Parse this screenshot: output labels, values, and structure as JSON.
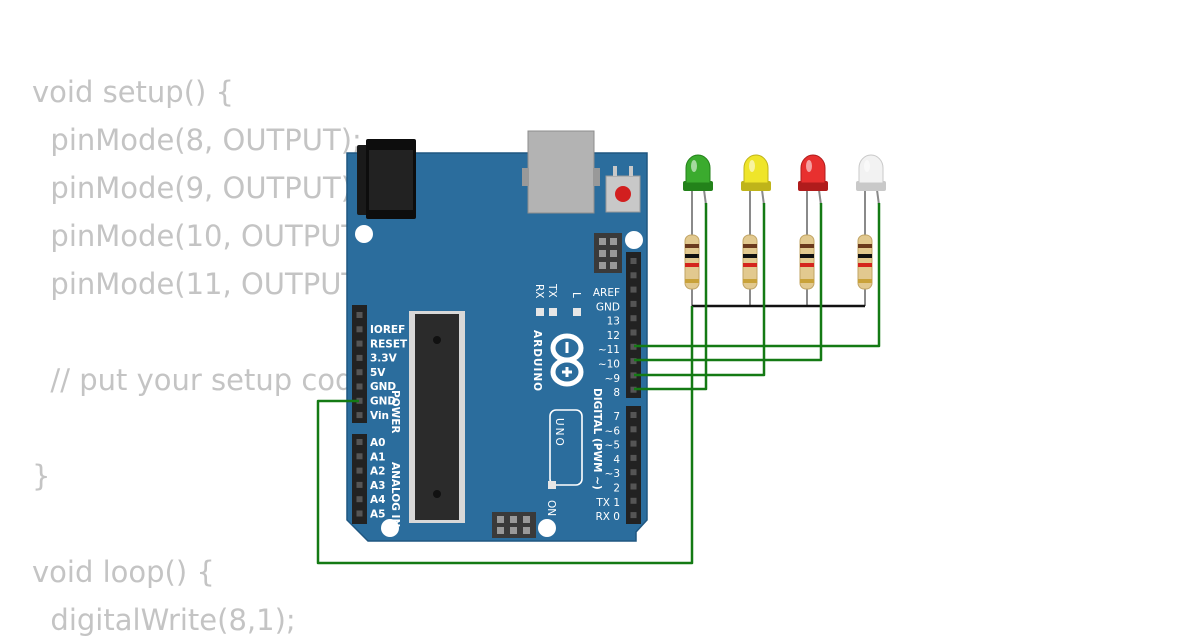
{
  "code_lines": [
    "void setup() {",
    "  pinMode(8, OUTPUT);",
    "  pinMode(9, OUTPUT);",
    "  pinMode(10, OUTPUT);",
    "  pinMode(11, OUTPUT);",
    "",
    "  // put your setup code here, to run once:",
    "",
    "}",
    "",
    "void loop() {",
    "  digitalWrite(8,1);"
  ],
  "board": {
    "brand": "ARDUINO",
    "model": "UNO",
    "power_header_labels": [
      "IOREF",
      "RESET",
      "3.3V",
      "5V",
      "GND",
      "GND",
      "Vin"
    ],
    "power_section_label": "POWER",
    "analog_header_labels": [
      "A0",
      "A1",
      "A2",
      "A3",
      "A4",
      "A5"
    ],
    "analog_section_label": "ANALOG IN",
    "digital_top_labels": [
      "AREF",
      "GND",
      "13",
      "12",
      "~11",
      "~10",
      "~9",
      "8"
    ],
    "digital_bottom_labels": [
      "7",
      "~6",
      "~5",
      "4",
      "~3",
      "2",
      "TX 1",
      "RX 0"
    ],
    "digital_section_label": "DIGITAL (PWM ~)",
    "led_labels": {
      "tx": "TX",
      "rx": "RX",
      "l": "L",
      "on": "ON"
    }
  },
  "leds": [
    {
      "color_name": "green",
      "color": "#3bab2e",
      "dark": "#23821a"
    },
    {
      "color_name": "yellow",
      "color": "#efe52a",
      "dark": "#bfb41a"
    },
    {
      "color_name": "red",
      "color": "#e8302f",
      "dark": "#b01c1c"
    },
    {
      "color_name": "white",
      "color": "#f2f2f2",
      "dark": "#c9c9c9"
    }
  ],
  "colors": {
    "board": "#2b6d9d",
    "board_edge": "#1f5680",
    "wire": "#147a14",
    "ground_wire": "#111111",
    "code_text": "#c4c4c4"
  }
}
